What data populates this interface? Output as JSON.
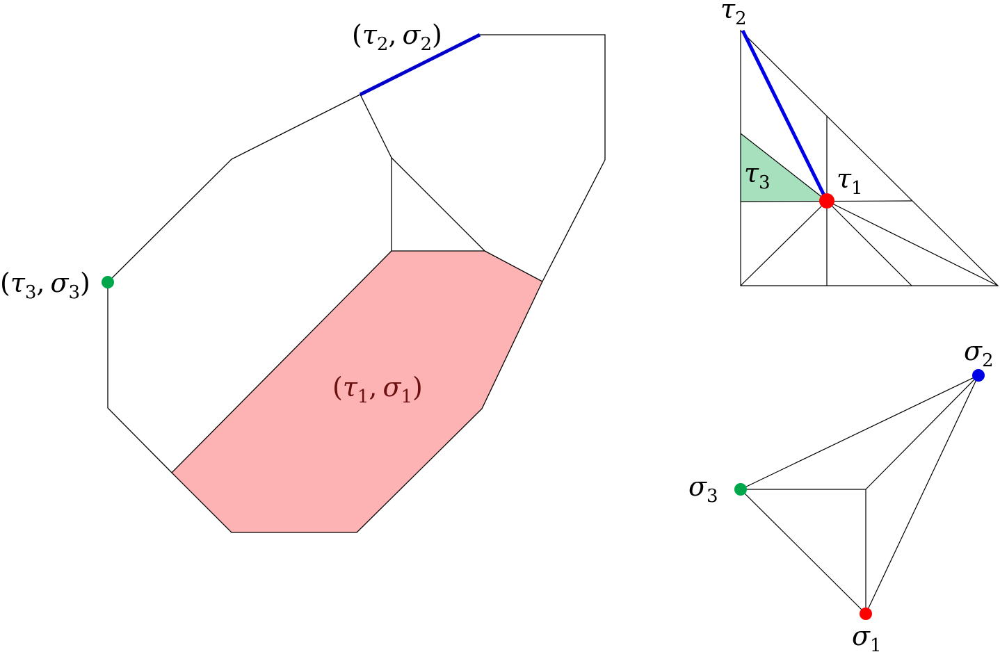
{
  "colors": {
    "line": "#000000",
    "pink_region": "#fdb3b3",
    "green_region": "#a6e0bc",
    "blue": "#0000c8",
    "blue_edge": "#0000e6",
    "red": "#ff0000",
    "green": "#00a64a",
    "label_dark_red": "#6a1010"
  },
  "labels": {
    "tau": "τ",
    "sigma": "σ",
    "open": "(",
    "close": ")",
    "comma": ",",
    "one": "1",
    "two": "2",
    "three": "3"
  }
}
